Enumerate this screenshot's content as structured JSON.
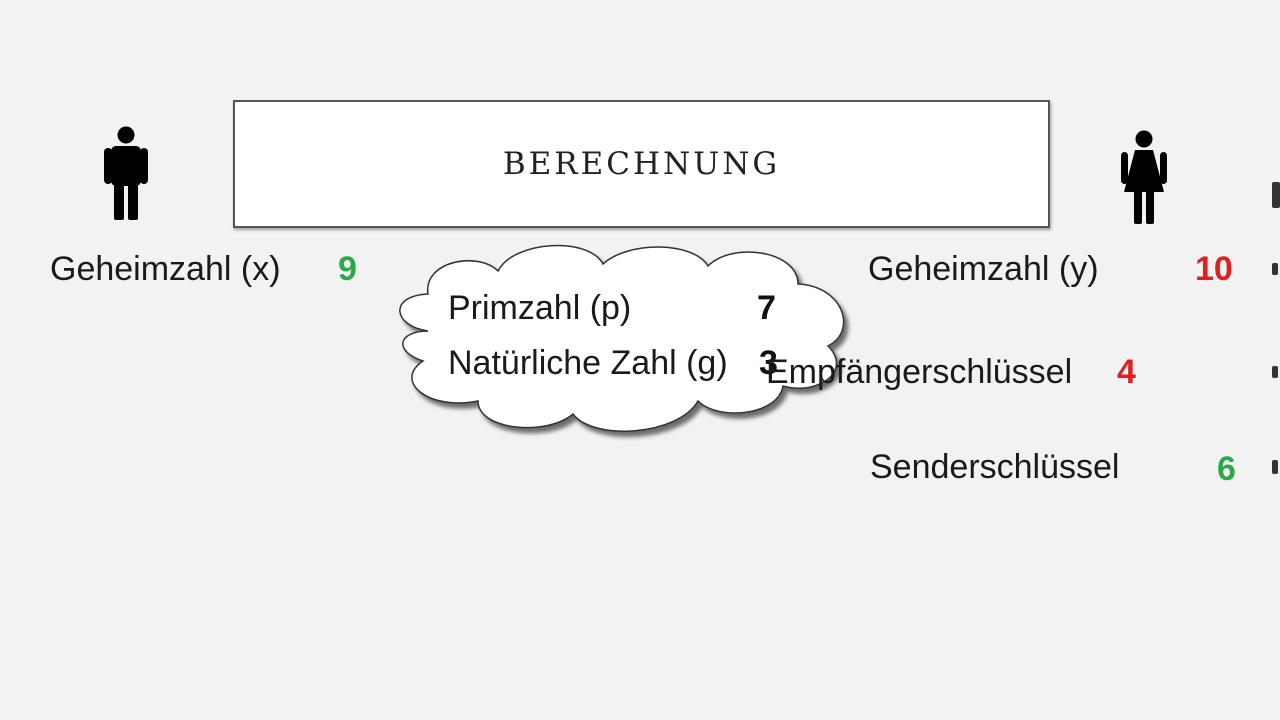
{
  "slide": {
    "title": "BERECHNUNG"
  },
  "sender": {
    "icon": "male-person-icon",
    "secret_label": "Geheimzahl (x)",
    "secret_value": "9"
  },
  "receiver": {
    "icon": "female-person-icon",
    "secret_label": "Geheimzahl (y)",
    "secret_value": "10",
    "receiver_key_label": "Empfängerschlüssel",
    "receiver_key_value": "4",
    "sender_key_label": "Senderschlüssel",
    "sender_key_value": "6"
  },
  "cloud": {
    "prime_label": "Primzahl (p)",
    "prime_value": "7",
    "natural_label": "Natürliche Zahl (g)",
    "natural_value": "3"
  },
  "colors": {
    "green": "#2aa84a",
    "red": "#e02020",
    "background": "#f2f2f2"
  }
}
